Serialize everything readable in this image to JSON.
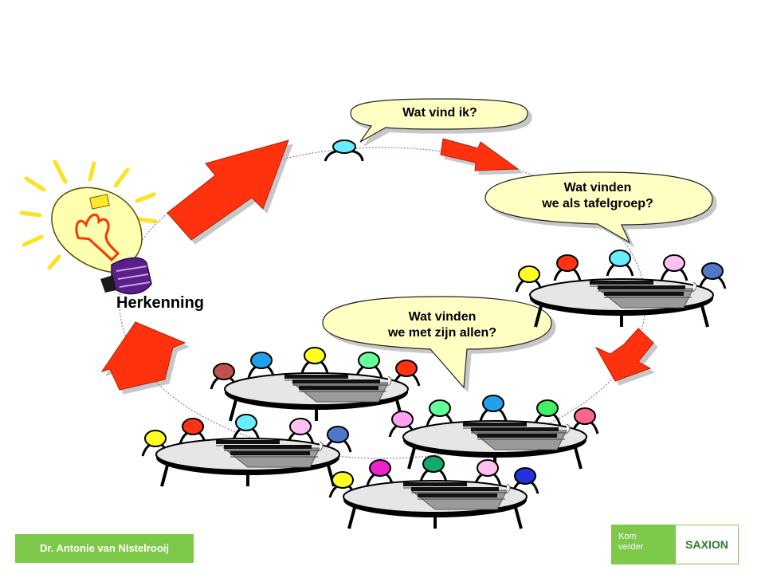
{
  "bubbles": {
    "individual": "Wat vind ik?",
    "table_line1": "Wat vinden",
    "table_line2": "we als tafelgroep?",
    "all_line1": "Wat vinden",
    "all_line2": "we met zijn allen?"
  },
  "label": "Herkenning",
  "footer": {
    "author": "Dr. Antonie van NIstelrooij",
    "logo_left_line1": "Kom",
    "logo_left_line2": "verder",
    "logo_right": "SAXION"
  },
  "colors": {
    "arrow": "#ff3311",
    "bubble_fill": "#ffffc4",
    "table_fill": "#e6e6e6",
    "footer_green": "#7ec84a"
  }
}
